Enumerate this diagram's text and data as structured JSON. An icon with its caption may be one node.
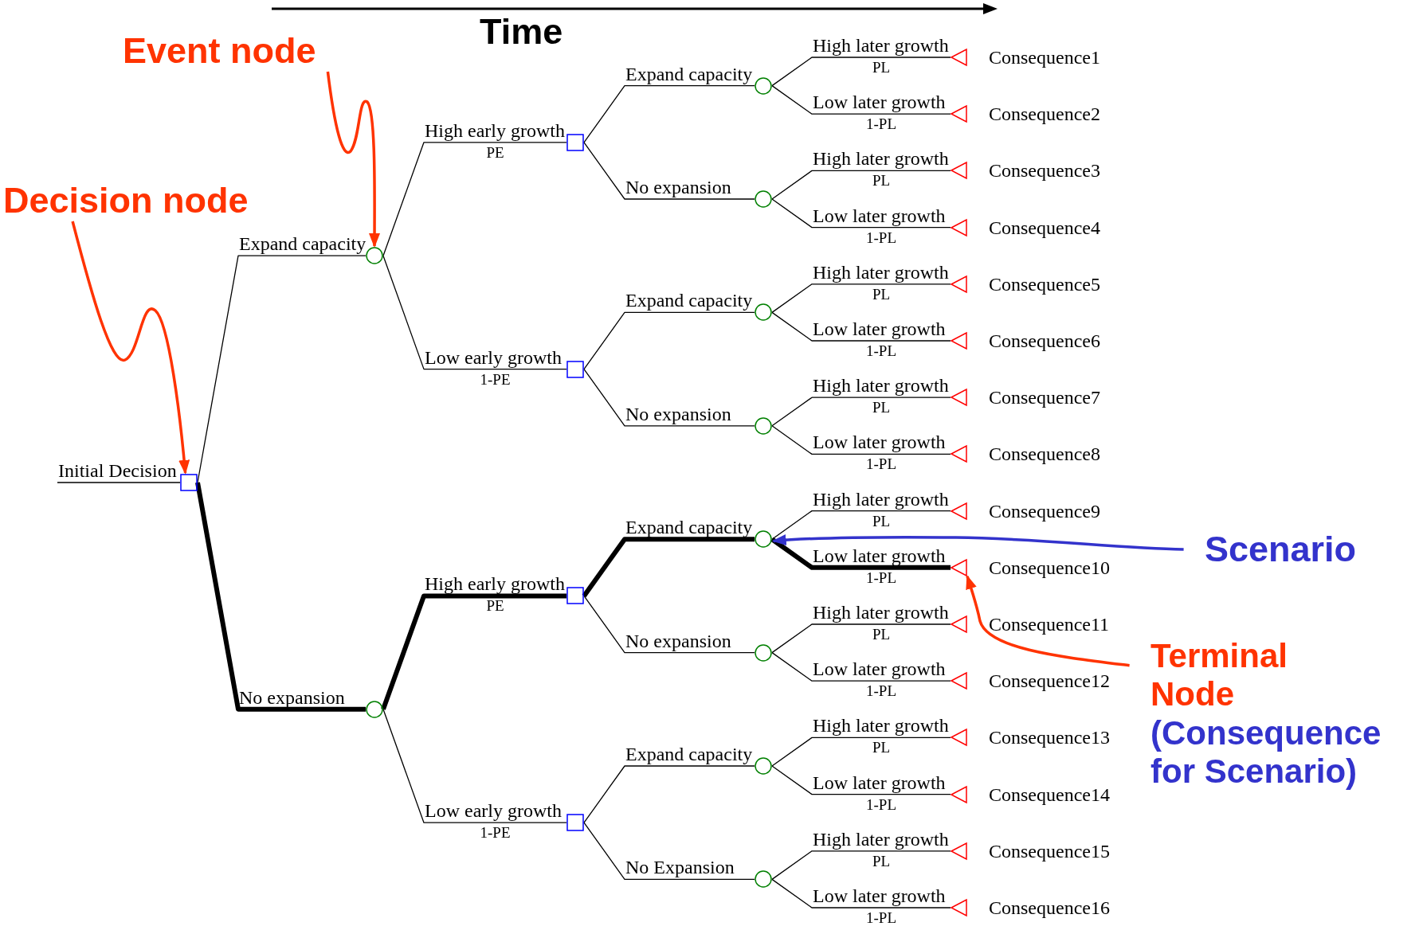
{
  "diagram": {
    "nodes": [
      {
        "text": [],
        "shape": "box"
      },
      {
        "text": [],
        "shape": "circle"
      },
      {
        "text": [],
        "shape": "box"
      },
      {
        "text": [],
        "shape": "circle"
      },
      {
        "text": [],
        "shape": "triangle",
        "beside": [
          "Consequence1"
        ]
      },
      {
        "text": [],
        "shape": "triangle",
        "beside": [
          "Consequence2"
        ]
      },
      {
        "text": [],
        "shape": "circle"
      },
      {
        "text": [],
        "shape": "triangle",
        "beside": [
          "Consequence3"
        ]
      },
      {
        "text": [],
        "shape": "triangle",
        "beside": [
          "Consequence4"
        ]
      },
      {
        "text": [],
        "shape": "box"
      },
      {
        "text": [],
        "shape": "circle"
      },
      {
        "text": [],
        "shape": "triangle",
        "beside": [
          "Consequence5"
        ]
      },
      {
        "text": [],
        "shape": "triangle",
        "beside": [
          "Consequence6"
        ]
      },
      {
        "text": [],
        "shape": "circle"
      },
      {
        "text": [],
        "shape": "triangle",
        "beside": [
          "Consequence7"
        ]
      },
      {
        "text": [],
        "shape": "triangle",
        "beside": [
          "Consequence8"
        ]
      },
      {
        "text": [],
        "shape": "circle"
      },
      {
        "text": [],
        "shape": "box"
      },
      {
        "text": [],
        "shape": "circle"
      },
      {
        "text": [],
        "shape": "triangle",
        "beside": [
          "Consequence9"
        ]
      },
      {
        "text": [],
        "shape": "triangle",
        "beside": [
          "Consequence10"
        ]
      },
      {
        "text": [],
        "shape": "circle"
      },
      {
        "text": [],
        "shape": "triangle",
        "beside": [
          "Consequence11"
        ]
      },
      {
        "text": [],
        "shape": "triangle",
        "beside": [
          "Consequence12"
        ]
      },
      {
        "text": [],
        "shape": "box"
      },
      {
        "text": [],
        "shape": "circle"
      },
      {
        "text": [],
        "shape": "triangle",
        "beside": [
          "Consequence13"
        ]
      },
      {
        "text": [],
        "shape": "triangle",
        "beside": [
          "Consequence14"
        ]
      },
      {
        "text": [],
        "shape": "circle"
      },
      {
        "text": [],
        "shape": "triangle",
        "beside": [
          "Consequence15"
        ]
      },
      {
        "text": [],
        "shape": "triangle",
        "beside": [
          "Consequence16"
        ]
      },
      {
        "text": [
          "Decision node"
        ]
      },
      {
        "text": [
          "Event node"
        ]
      },
      {
        "text": [
          "Scenario"
        ]
      },
      {
        "text": [
          "Terminal Node",
          "(Consequence for Scenario)"
        ]
      }
    ],
    "edges": [
      {
        "from": null,
        "to": 0,
        "arrow": "none",
        "label": "Initial Decision"
      },
      {
        "from": 0,
        "to": 1,
        "arrow": "none",
        "label": "Expand capacity"
      },
      {
        "from": 1,
        "to": 2,
        "arrow": "none",
        "label": "High early growth"
      },
      {
        "from": 2,
        "to": 3,
        "arrow": "none",
        "label": "Expand capacity"
      },
      {
        "from": 3,
        "to": 4,
        "arrow": "none",
        "label": "High later growth"
      },
      {
        "from": 3,
        "to": 5,
        "arrow": "none",
        "label": "Low later growth"
      },
      {
        "from": 2,
        "to": 6,
        "arrow": "none",
        "label": "No expansion"
      },
      {
        "from": 6,
        "to": 7,
        "arrow": "none",
        "label": "High later growth"
      },
      {
        "from": 6,
        "to": 8,
        "arrow": "none",
        "label": "Low later growth"
      },
      {
        "from": 1,
        "to": 9,
        "arrow": "none",
        "label": "Low early growth"
      },
      {
        "from": 9,
        "to": 10,
        "arrow": "none",
        "label": "Expand capacity"
      },
      {
        "from": 10,
        "to": 11,
        "arrow": "none",
        "label": "High later growth"
      },
      {
        "from": 10,
        "to": 12,
        "arrow": "none",
        "label": "Low later growth"
      },
      {
        "from": 9,
        "to": 13,
        "arrow": "none",
        "label": "No expansion"
      },
      {
        "from": 13,
        "to": 14,
        "arrow": "none",
        "label": "High later growth"
      },
      {
        "from": 13,
        "to": 15,
        "arrow": "none",
        "label": "Low later growth"
      },
      {
        "from": 0,
        "to": 16,
        "arrow": "none",
        "label": "No expansion",
        "style": "thick"
      },
      {
        "from": 16,
        "to": 17,
        "arrow": "none",
        "label": "High early growth",
        "style": "thick"
      },
      {
        "from": 17,
        "to": 18,
        "arrow": "none",
        "label": "Expand capacity",
        "style": "thick"
      },
      {
        "from": 18,
        "to": 19,
        "arrow": "none",
        "label": "High later growth"
      },
      {
        "from": 18,
        "to": 20,
        "arrow": "none",
        "label": "Low later growth",
        "style": "thick"
      },
      {
        "from": 17,
        "to": 21,
        "arrow": "none",
        "label": "No expansion"
      },
      {
        "from": 21,
        "to": 22,
        "arrow": "none",
        "label": "High later growth"
      },
      {
        "from": 21,
        "to": 23,
        "arrow": "none",
        "label": "Low later growth"
      },
      {
        "from": 16,
        "to": 24,
        "arrow": "none",
        "label": "Low early growth"
      },
      {
        "from": 24,
        "to": 25,
        "arrow": "none",
        "label": "Expand capacity"
      },
      {
        "from": 25,
        "to": 26,
        "arrow": "none",
        "label": "High later growth"
      },
      {
        "from": 25,
        "to": 27,
        "arrow": "none",
        "label": "Low later growth"
      },
      {
        "from": 24,
        "to": 28,
        "arrow": "none",
        "label": "No Expansion"
      },
      {
        "from": 28,
        "to": 29,
        "arrow": "none",
        "label": "High later growth"
      },
      {
        "from": 28,
        "to": 30,
        "arrow": "none",
        "label": "Low later growth"
      },
      {
        "from": 31,
        "to": 0,
        "arrow": "to",
        "color": "#ff3300"
      },
      {
        "from": 32,
        "to": 1,
        "arrow": "to",
        "color": "#ff3300"
      },
      {
        "from": 33,
        "to": 18,
        "arrow": "to",
        "color": "#3333cc"
      },
      {
        "from": 34,
        "to": 20,
        "arrow": "to",
        "color": "#ff3300"
      }
    ],
    "labels": [
      "Time",
      "PE",
      "PL",
      "1-PL",
      "PL",
      "1-PL",
      "1-PE",
      "PL",
      "1-PL",
      "PL",
      "1-PL",
      "PE",
      "PL",
      "1-PL",
      "PL",
      "1-PL",
      "1-PE",
      "PL",
      "1-PL",
      "PL",
      "1-PL"
    ]
  }
}
